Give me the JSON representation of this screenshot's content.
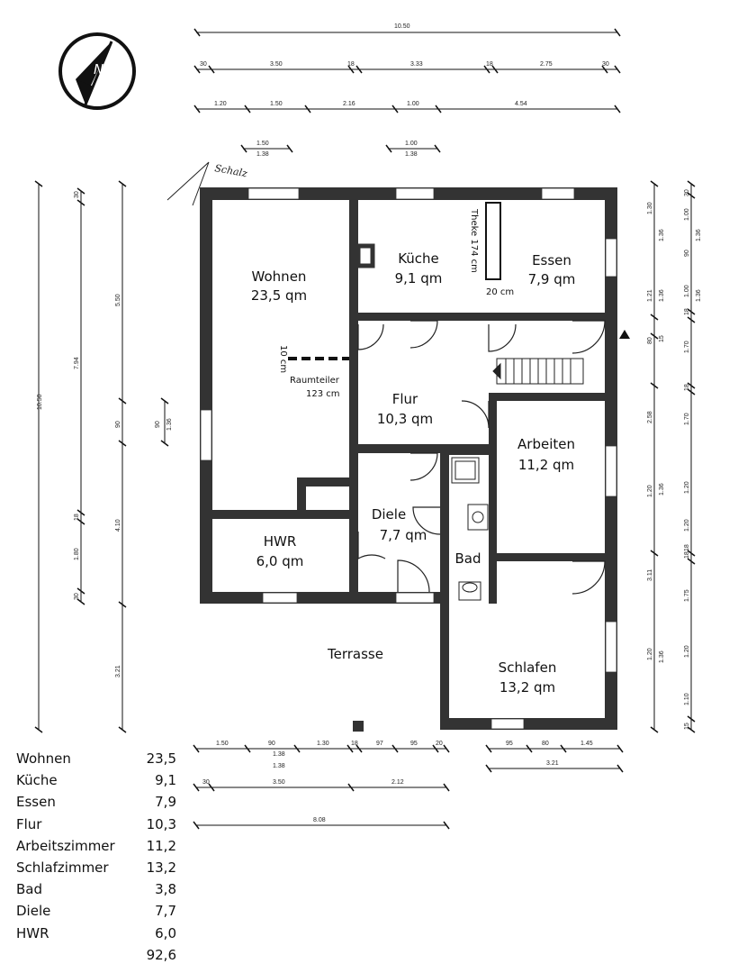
{
  "compass": {
    "label": "N",
    "icon": "north-arrow-icon"
  },
  "annotations": {
    "schalz": "Schalz",
    "theke": "Theke 174 cm",
    "theke_width": "20 cm",
    "raumteiler": "Raumteiler",
    "raumteiler_len": "123 cm",
    "raumteiler_width": "10 cm"
  },
  "rooms": {
    "wohnen": {
      "name": "Wohnen",
      "area": "23,5 qm"
    },
    "kueche": {
      "name": "Küche",
      "area": "9,1 qm"
    },
    "essen": {
      "name": "Essen",
      "area": "7,9 qm"
    },
    "flur": {
      "name": "Flur",
      "area": "10,3 qm"
    },
    "arbeiten": {
      "name": "Arbeiten",
      "area": "11,2 qm"
    },
    "diele": {
      "name": "Diele",
      "area": "7,7 qm"
    },
    "hwr": {
      "name": "HWR",
      "area": "6,0 qm"
    },
    "bad": {
      "name": "Bad"
    },
    "terrasse": {
      "name": "Terrasse"
    },
    "schlafen": {
      "name": "Schlafen",
      "area": "13,2 qm"
    }
  },
  "dims_top": {
    "total": "10.50",
    "row2": [
      "30",
      "3.50",
      "18",
      "3.33",
      "18",
      "2.75",
      "30"
    ],
    "row3": [
      "1.20",
      "1.50",
      "2.16",
      "1.00",
      "4.54"
    ],
    "row4a": [
      "1.50",
      "1.38"
    ],
    "row4b": [
      "1.00",
      "1.38"
    ]
  },
  "dims_left": {
    "outer": "10.50",
    "col2": [
      "30",
      "7.94",
      "18",
      "1.80",
      "30"
    ],
    "col3": [
      "5.50",
      "90",
      "4.10",
      "3.21"
    ],
    "col4": [
      "90",
      "1.36"
    ]
  },
  "dims_right": {
    "col1": [
      "1.30",
      "1.21",
      "80",
      "2.58",
      "1.20",
      "3.11",
      "1.20"
    ],
    "col2": [
      "1.36",
      "1.36",
      "15",
      "1.36",
      "1.36"
    ],
    "col3": [
      "30",
      "1.00",
      "90",
      "18",
      "1.00",
      "18",
      "1.70",
      "18",
      "1.70",
      "1.20",
      "1.20",
      "18",
      "1.75",
      "1.20",
      "1.10",
      "15"
    ],
    "col4": [
      "1.36",
      "1.36"
    ]
  },
  "dims_bottom": {
    "row1": [
      "1.50",
      "90",
      "1.30",
      "18",
      "97",
      "95",
      "20"
    ],
    "row1_sub": [
      "1.38",
      "1.38"
    ],
    "row1_right": [
      "95",
      "80",
      "1.45"
    ],
    "row2": [
      "30",
      "3.50",
      "2.12"
    ],
    "row2_right": "3.21",
    "total": "8.08"
  },
  "area_table": {
    "rows": [
      {
        "label": "Wohnen",
        "value": "23,5"
      },
      {
        "label": "Küche",
        "value": "9,1"
      },
      {
        "label": "Essen",
        "value": "7,9"
      },
      {
        "label": "Flur",
        "value": "10,3"
      },
      {
        "label": "Arbeitszimmer",
        "value": "11,2"
      },
      {
        "label": "Schlafzimmer",
        "value": "13,2"
      },
      {
        "label": "Bad",
        "value": "3,8"
      },
      {
        "label": "Diele",
        "value": "7,7"
      },
      {
        "label": "HWR",
        "value": "6,0"
      }
    ],
    "total": "92,6"
  }
}
